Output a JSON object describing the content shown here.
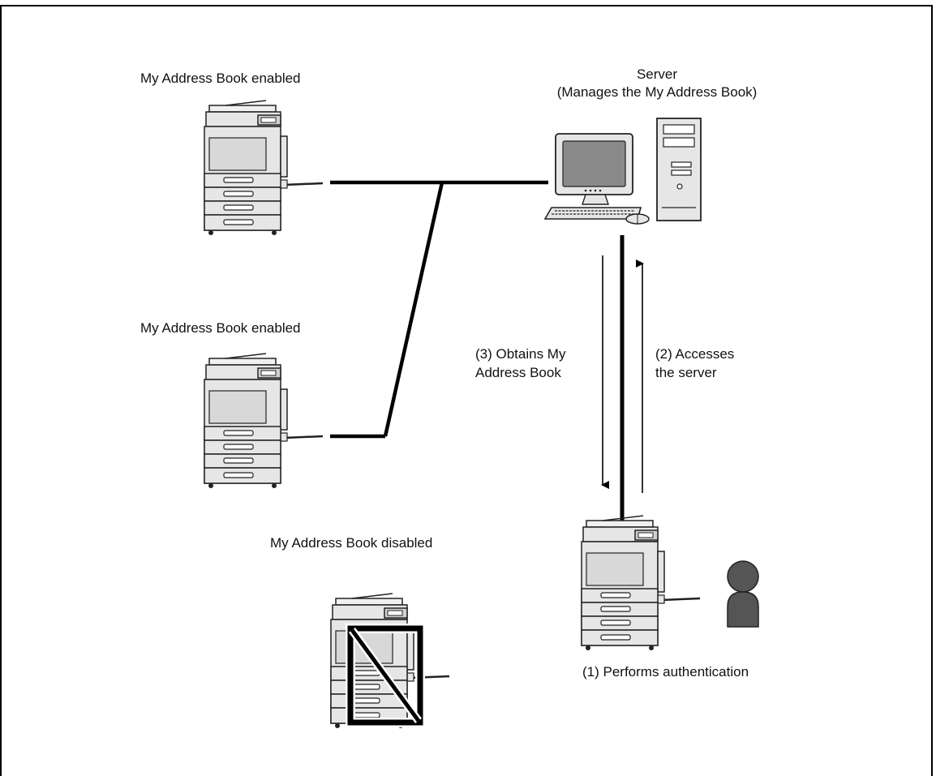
{
  "labels": {
    "top_left_mfp": "My Address Book enabled",
    "mid_left_mfp": "My Address Book enabled",
    "bottom_mfp": "My Address Book disabled",
    "server_title": "Server",
    "server_subtitle": "(Manages the My Address Book)",
    "step3_line1": "(3) Obtains My",
    "step3_line2": "Address Book",
    "step2_line1": "(2) Accesses",
    "step2_line2": "the server",
    "step1": "(1) Performs authentication"
  },
  "icons": {
    "mfp": "multifunction-printer-icon",
    "server": "desktop-computer-icon",
    "user": "person-icon",
    "disabled": "prohibited-icon"
  },
  "colors": {
    "line": "#000000",
    "device_fill": "#e6e6e6",
    "device_stroke": "#222222",
    "screen_fill": "#8a8a8a",
    "person_fill": "#555555"
  }
}
